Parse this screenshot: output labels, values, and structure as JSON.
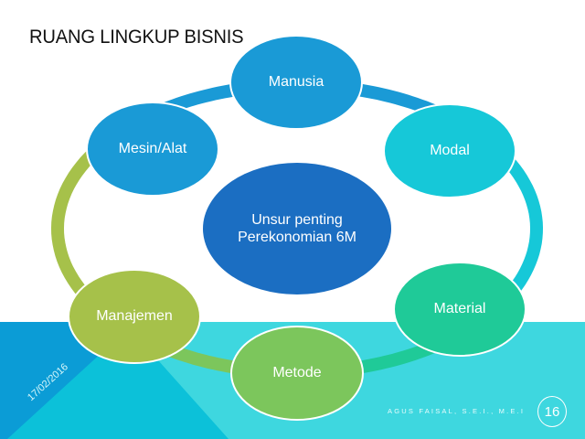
{
  "slide": {
    "title": "RUANG LINGKUP BISNIS",
    "date": "17/02/2016",
    "author": "AGUS FAISAL, S.E.I., M.E.I",
    "page_number": "16"
  },
  "diagram": {
    "center": {
      "label_line1": "Unsur penting",
      "label_line2": "Perekonomian 6M",
      "color": "#1b6ec2"
    },
    "nodes": [
      {
        "label": "Manusia",
        "color": "#1a9ad6"
      },
      {
        "label": "Modal",
        "color": "#16c8d8"
      },
      {
        "label": "Material",
        "color": "#1fca98"
      },
      {
        "label": "Metode",
        "color": "#7cc65c"
      },
      {
        "label": "Manajemen",
        "color": "#a6c14a"
      },
      {
        "label": "Mesin/Alat",
        "color": "#1a9ad6"
      }
    ]
  },
  "colors": {
    "band_dark": "#0b9cd6",
    "band_mid": "#0cc1d9",
    "band_light": "#3ed7df"
  }
}
